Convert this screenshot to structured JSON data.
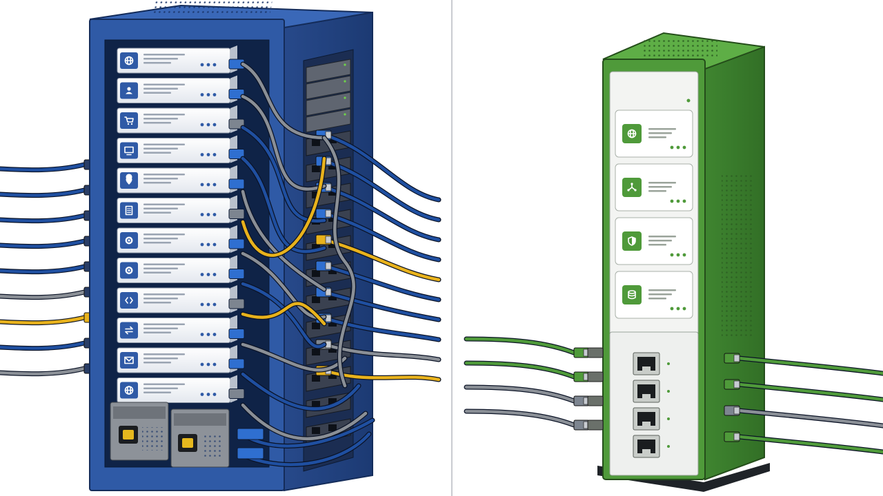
{
  "scene": {
    "left_panel": {
      "subject": "server-rack",
      "rack_color": "#2f5aa6",
      "server_icons": [
        "globe-icon",
        "user-icon",
        "cart-icon",
        "monitor-icon",
        "location-pin-icon",
        "document-icon",
        "gear-icon",
        "shield-gear-icon",
        "code-icon",
        "exchange-icon",
        "mail-icon",
        "globe-icon"
      ],
      "left_cables": [
        "#1f4fa0",
        "#1f4fa0",
        "#1f4fa0",
        "#1f4fa0",
        "#1f4fa0",
        "#8a8f96",
        "#e8b21c",
        "#1f4fa0",
        "#8a8f96"
      ],
      "right_cables": [
        "#1f4fa0",
        "#1f4fa0",
        "#1f4fa0",
        "#1f4fa0",
        "#e8b21c",
        "#1f4fa0",
        "#1f4fa0",
        "#1f4fa0",
        "#8a8f96",
        "#e8b21c"
      ]
    },
    "right_panel": {
      "subject": "compact-green-server",
      "body_color": "#4f9a3a",
      "module_icons": [
        "globe-icon",
        "network-nodes-icon",
        "shield-icon",
        "database-icon"
      ],
      "port_count": 4,
      "left_cables": [
        "#4f9a3a",
        "#4f9a3a",
        "#8a8f96",
        "#8a8f96"
      ],
      "right_cables": [
        "#4f9a3a",
        "#4f9a3a",
        "#8a8f96",
        "#4f9a3a"
      ]
    }
  }
}
